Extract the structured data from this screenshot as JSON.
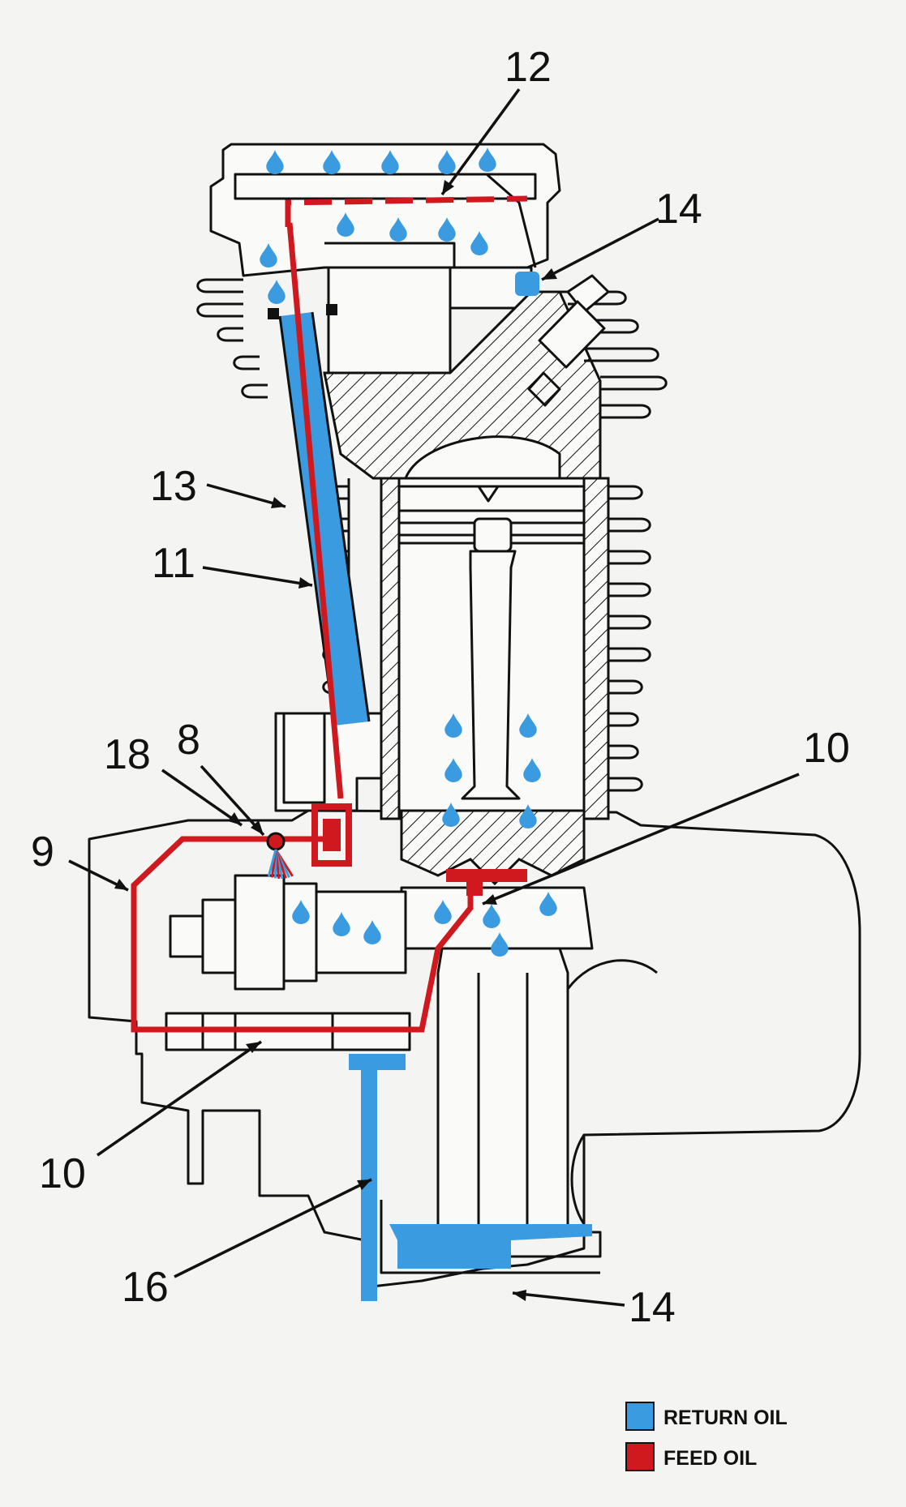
{
  "colors": {
    "return_oil": "#3a9be0",
    "feed_oil": "#d0191e",
    "line": "#111111"
  },
  "callouts": {
    "c12": "12",
    "c14_top": "14",
    "c13": "13",
    "c11": "11",
    "c8": "8",
    "c18": "18",
    "c9": "9",
    "c10_right": "10",
    "c10_left": "10",
    "c16": "16",
    "c14_bottom": "14"
  },
  "legend": {
    "return_label": "RETURN OIL",
    "return_icon": "blue-swatch",
    "feed_label": "FEED OIL",
    "feed_icon": "red-swatch"
  }
}
